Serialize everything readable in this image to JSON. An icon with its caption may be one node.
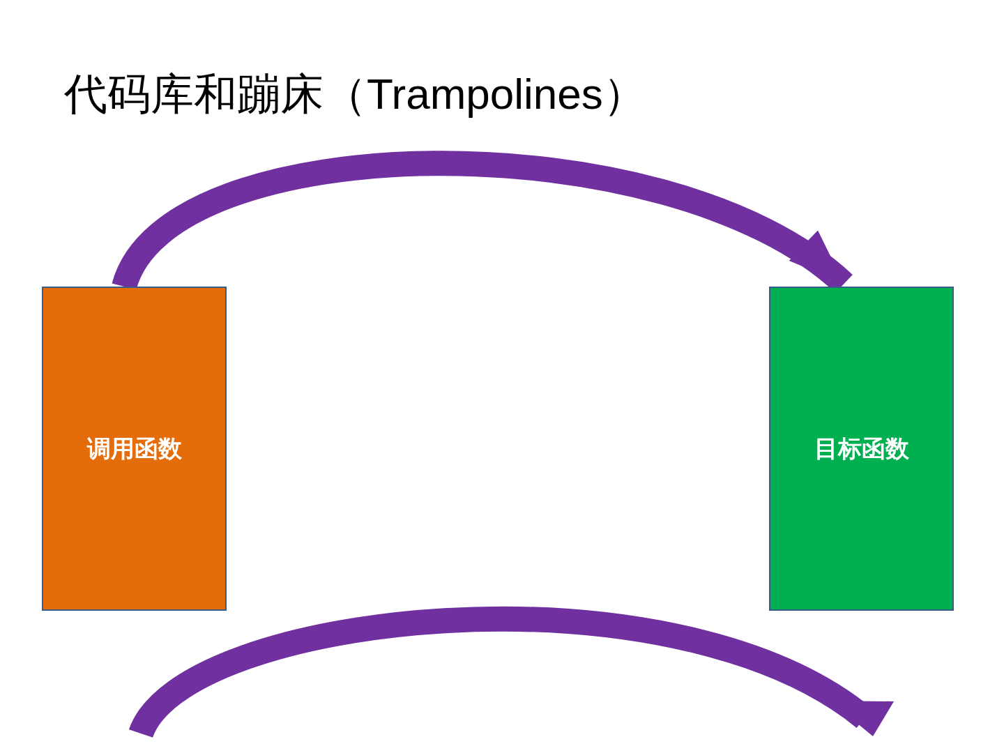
{
  "diagram": {
    "title": "代码库和蹦床（Trampolines）",
    "nodes": [
      {
        "text": [
          "调用函数"
        ]
      },
      {
        "text": [
          "目标函数"
        ]
      }
    ],
    "edges": [
      {
        "from": 0,
        "to": 1,
        "arrow": "to"
      }
    ]
  }
}
